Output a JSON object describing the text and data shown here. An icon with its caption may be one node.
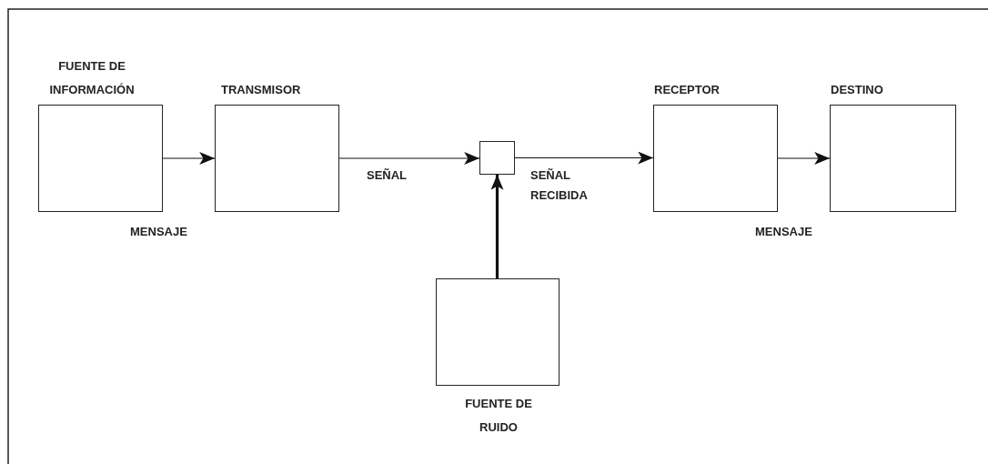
{
  "diagram": {
    "nodes": [
      {
        "text": [
          "FUENTE DE INFORMACIÓN"
        ]
      },
      {
        "text": [
          "TRANSMISOR"
        ]
      },
      {
        "text": [],
        "shape": "box"
      },
      {
        "text": [
          "RECEPTOR"
        ]
      },
      {
        "text": [
          "DESTINO"
        ]
      },
      {
        "text": [
          "FUENTE DE RUIDO"
        ]
      }
    ],
    "edges": [
      {
        "from": 0,
        "to": 1,
        "arrow": "to"
      },
      {
        "from": 1,
        "to": 2,
        "arrow": "to",
        "label": "SEÑAL"
      },
      {
        "from": 2,
        "to": 3,
        "arrow": "to",
        "label": "SEÑAL RECIBIDA"
      },
      {
        "from": 3,
        "to": 4,
        "arrow": "to"
      },
      {
        "from": 5,
        "to": 2,
        "arrow": "to",
        "style": "thick"
      }
    ],
    "labels": [
      "MENSAJE",
      "MENSAJE"
    ]
  }
}
